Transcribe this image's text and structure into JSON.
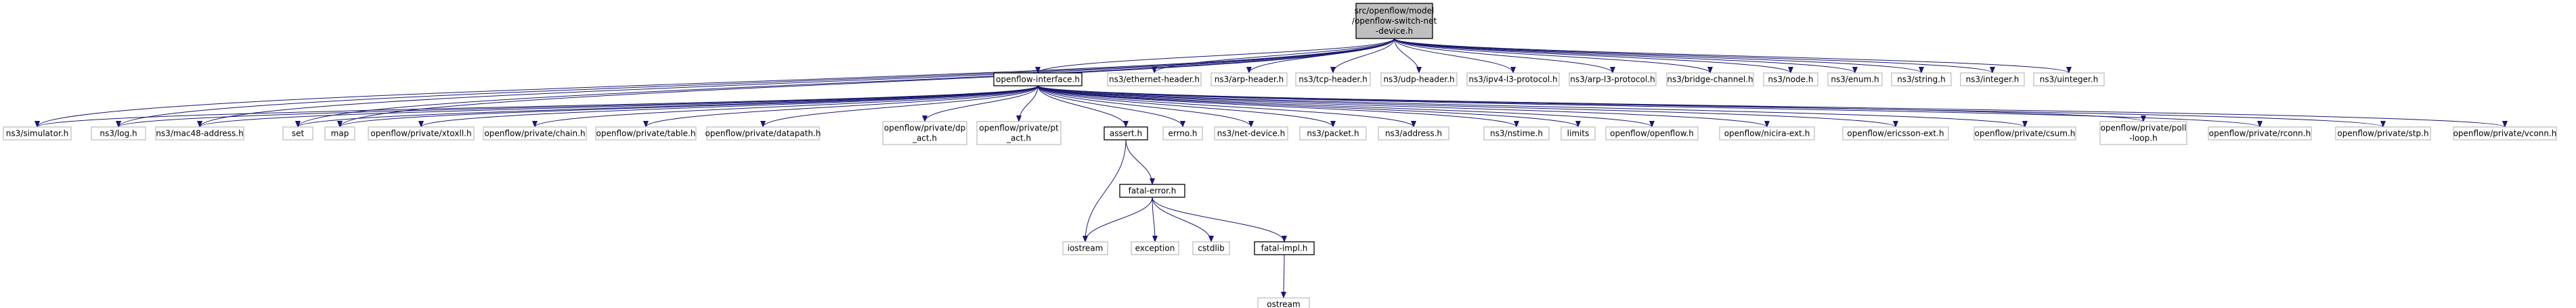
{
  "graph": {
    "type": "include-dependency-graph",
    "nodes": [
      {
        "id": "root",
        "lines": [
          "src/openflow/model",
          "/openflow-switch-net",
          "-device.h"
        ],
        "kind": "root"
      },
      {
        "id": "ofi",
        "lines": [
          "openflow-interface.h"
        ],
        "kind": "doc"
      },
      {
        "id": "eth",
        "lines": [
          "ns3/ethernet-header.h"
        ],
        "kind": "ext"
      },
      {
        "id": "arp",
        "lines": [
          "ns3/arp-header.h"
        ],
        "kind": "ext"
      },
      {
        "id": "tcp",
        "lines": [
          "ns3/tcp-header.h"
        ],
        "kind": "ext"
      },
      {
        "id": "udp",
        "lines": [
          "ns3/udp-header.h"
        ],
        "kind": "ext"
      },
      {
        "id": "ipv4l3",
        "lines": [
          "ns3/ipv4-l3-protocol.h"
        ],
        "kind": "ext"
      },
      {
        "id": "arpl3",
        "lines": [
          "ns3/arp-l3-protocol.h"
        ],
        "kind": "ext"
      },
      {
        "id": "bridge",
        "lines": [
          "ns3/bridge-channel.h"
        ],
        "kind": "ext"
      },
      {
        "id": "node",
        "lines": [
          "ns3/node.h"
        ],
        "kind": "ext"
      },
      {
        "id": "enum",
        "lines": [
          "ns3/enum.h"
        ],
        "kind": "ext"
      },
      {
        "id": "string",
        "lines": [
          "ns3/string.h"
        ],
        "kind": "ext"
      },
      {
        "id": "integer",
        "lines": [
          "ns3/integer.h"
        ],
        "kind": "ext"
      },
      {
        "id": "uinteger",
        "lines": [
          "ns3/uinteger.h"
        ],
        "kind": "ext"
      },
      {
        "id": "sim",
        "lines": [
          "ns3/simulator.h"
        ],
        "kind": "ext"
      },
      {
        "id": "log",
        "lines": [
          "ns3/log.h"
        ],
        "kind": "ext"
      },
      {
        "id": "mac48",
        "lines": [
          "ns3/mac48-address.h"
        ],
        "kind": "ext"
      },
      {
        "id": "set",
        "lines": [
          "set"
        ],
        "kind": "ext"
      },
      {
        "id": "map",
        "lines": [
          "map"
        ],
        "kind": "ext"
      },
      {
        "id": "xtoxll",
        "lines": [
          "openflow/private/xtoxll.h"
        ],
        "kind": "ext"
      },
      {
        "id": "chain",
        "lines": [
          "openflow/private/chain.h"
        ],
        "kind": "ext"
      },
      {
        "id": "table",
        "lines": [
          "openflow/private/table.h"
        ],
        "kind": "ext"
      },
      {
        "id": "datapath",
        "lines": [
          "openflow/private/datapath.h"
        ],
        "kind": "ext"
      },
      {
        "id": "dpact",
        "lines": [
          "openflow/private/dp",
          "_act.h"
        ],
        "kind": "ext"
      },
      {
        "id": "ptact",
        "lines": [
          "openflow/private/pt",
          "_act.h"
        ],
        "kind": "ext"
      },
      {
        "id": "assert",
        "lines": [
          "assert.h"
        ],
        "kind": "doc"
      },
      {
        "id": "errno",
        "lines": [
          "errno.h"
        ],
        "kind": "ext"
      },
      {
        "id": "netdev",
        "lines": [
          "ns3/net-device.h"
        ],
        "kind": "ext"
      },
      {
        "id": "packet",
        "lines": [
          "ns3/packet.h"
        ],
        "kind": "ext"
      },
      {
        "id": "address",
        "lines": [
          "ns3/address.h"
        ],
        "kind": "ext"
      },
      {
        "id": "nstime",
        "lines": [
          "ns3/nstime.h"
        ],
        "kind": "ext"
      },
      {
        "id": "limits",
        "lines": [
          "limits"
        ],
        "kind": "ext"
      },
      {
        "id": "openflowh",
        "lines": [
          "openflow/openflow.h"
        ],
        "kind": "ext"
      },
      {
        "id": "nicira",
        "lines": [
          "openflow/nicira-ext.h"
        ],
        "kind": "ext"
      },
      {
        "id": "ericsson",
        "lines": [
          "openflow/ericsson-ext.h"
        ],
        "kind": "ext"
      },
      {
        "id": "csum",
        "lines": [
          "openflow/private/csum.h"
        ],
        "kind": "ext"
      },
      {
        "id": "poll",
        "lines": [
          "openflow/private/poll",
          "-loop.h"
        ],
        "kind": "ext"
      },
      {
        "id": "rconn",
        "lines": [
          "openflow/private/rconn.h"
        ],
        "kind": "ext"
      },
      {
        "id": "stp",
        "lines": [
          "openflow/private/stp.h"
        ],
        "kind": "ext"
      },
      {
        "id": "vconn",
        "lines": [
          "openflow/private/vconn.h"
        ],
        "kind": "ext"
      },
      {
        "id": "fatal",
        "lines": [
          "fatal-error.h"
        ],
        "kind": "doc"
      },
      {
        "id": "iostream",
        "lines": [
          "iostream"
        ],
        "kind": "ext"
      },
      {
        "id": "exception",
        "lines": [
          "exception"
        ],
        "kind": "ext"
      },
      {
        "id": "cstdlib",
        "lines": [
          "cstdlib"
        ],
        "kind": "ext"
      },
      {
        "id": "fatalimpl",
        "lines": [
          "fatal-impl.h"
        ],
        "kind": "doc"
      },
      {
        "id": "ostream",
        "lines": [
          "ostream"
        ],
        "kind": "ext"
      }
    ],
    "edges": [
      [
        "root",
        "ofi"
      ],
      [
        "root",
        "eth"
      ],
      [
        "root",
        "arp"
      ],
      [
        "root",
        "tcp"
      ],
      [
        "root",
        "udp"
      ],
      [
        "root",
        "ipv4l3"
      ],
      [
        "root",
        "arpl3"
      ],
      [
        "root",
        "bridge"
      ],
      [
        "root",
        "node"
      ],
      [
        "root",
        "enum"
      ],
      [
        "root",
        "string"
      ],
      [
        "root",
        "integer"
      ],
      [
        "root",
        "uinteger"
      ],
      [
        "root",
        "sim"
      ],
      [
        "root",
        "log"
      ],
      [
        "root",
        "mac48"
      ],
      [
        "root",
        "set"
      ],
      [
        "root",
        "map"
      ],
      [
        "ofi",
        "sim"
      ],
      [
        "ofi",
        "log"
      ],
      [
        "ofi",
        "mac48"
      ],
      [
        "ofi",
        "set"
      ],
      [
        "ofi",
        "map"
      ],
      [
        "ofi",
        "xtoxll"
      ],
      [
        "ofi",
        "chain"
      ],
      [
        "ofi",
        "table"
      ],
      [
        "ofi",
        "datapath"
      ],
      [
        "ofi",
        "dpact"
      ],
      [
        "ofi",
        "ptact"
      ],
      [
        "ofi",
        "assert"
      ],
      [
        "ofi",
        "errno"
      ],
      [
        "ofi",
        "netdev"
      ],
      [
        "ofi",
        "packet"
      ],
      [
        "ofi",
        "address"
      ],
      [
        "ofi",
        "nstime"
      ],
      [
        "ofi",
        "limits"
      ],
      [
        "ofi",
        "openflowh"
      ],
      [
        "ofi",
        "nicira"
      ],
      [
        "ofi",
        "ericsson"
      ],
      [
        "ofi",
        "csum"
      ],
      [
        "ofi",
        "poll"
      ],
      [
        "ofi",
        "rconn"
      ],
      [
        "ofi",
        "stp"
      ],
      [
        "ofi",
        "vconn"
      ],
      [
        "assert",
        "fatal"
      ],
      [
        "assert",
        "iostream"
      ],
      [
        "fatal",
        "iostream"
      ],
      [
        "fatal",
        "exception"
      ],
      [
        "fatal",
        "cstdlib"
      ],
      [
        "fatal",
        "fatalimpl"
      ],
      [
        "fatalimpl",
        "ostream"
      ]
    ],
    "colors": {
      "edge": "#191970",
      "root_fill": "#bfbfbf",
      "doc_border": "#000000",
      "ext_border": "#bfbfbf"
    }
  }
}
